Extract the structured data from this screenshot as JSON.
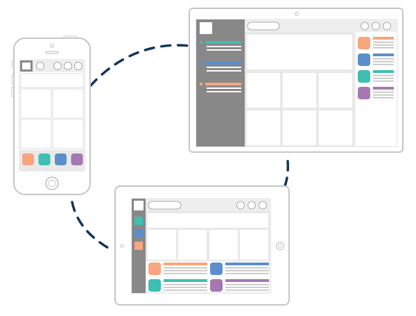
{
  "devices": {
    "phone": {
      "tiles": [
        "orange",
        "teal",
        "blue",
        "purple"
      ]
    },
    "tablet": {
      "sidebar_items": [
        "teal",
        "blue",
        "orange"
      ],
      "cards": [
        "orange",
        "blue",
        "teal",
        "purple"
      ]
    },
    "desktop": {
      "sidebar_items": [
        "teal",
        "blue",
        "orange"
      ],
      "cards": [
        "orange",
        "blue",
        "teal",
        "purple"
      ]
    }
  },
  "colors": {
    "orange": "#f9a57d",
    "teal": "#3dbfb1",
    "blue": "#5b8fcc",
    "purple": "#a577b4",
    "connector": "#13335a",
    "frame_stroke": "#cccccc",
    "sidebar_fill": "#888888"
  }
}
